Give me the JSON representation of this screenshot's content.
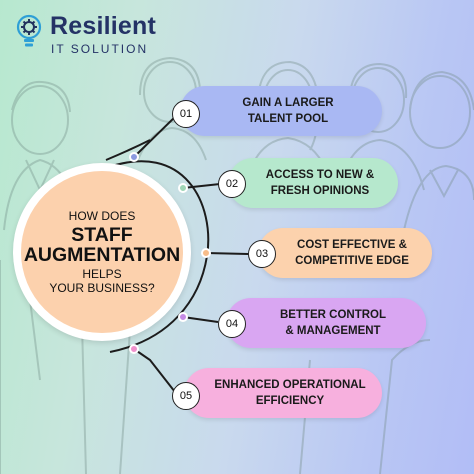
{
  "brand": {
    "name": "Resilient",
    "subtitle": "IT SOLUTION",
    "icon": "lightbulb-gear-icon"
  },
  "hub": {
    "line1": "HOW DOES",
    "line2": "STAFF",
    "line3": "AUGMENTATION",
    "line4": "HELPS",
    "line5": "YOUR BUSINESS?",
    "color": "#fcd1ad"
  },
  "items": [
    {
      "number": "01",
      "label": "GAIN A LARGER\nTALENT POOL",
      "color": "#a9b8f3",
      "dot": "#8b9ae0"
    },
    {
      "number": "02",
      "label": "ACCESS TO NEW &\nFRESH OPINIONS",
      "color": "#b6e8cd",
      "dot": "#9ed6b6"
    },
    {
      "number": "03",
      "label": "COST EFFECTIVE &\nCOMPETITIVE EDGE",
      "color": "#fcd2ad",
      "dot": "#f7bd8a"
    },
    {
      "number": "04",
      "label": "BETTER CONTROL\n& MANAGEMENT",
      "color": "#d9a6f2",
      "dot": "#c58be6"
    },
    {
      "number": "05",
      "label": "ENHANCED OPERATIONAL\nEFFICIENCY",
      "color": "#f7b0de",
      "dot": "#ef90cc"
    }
  ]
}
